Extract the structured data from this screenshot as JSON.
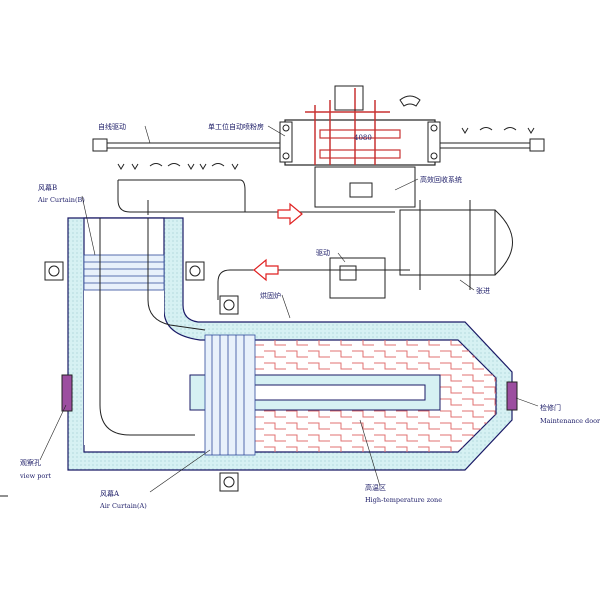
{
  "labels": {
    "auto_line": "自线驱动",
    "spray_station": "单工位自动喷粉房",
    "code": "4080",
    "recovery_system": "高效回收系统",
    "curtain_b_cn": "风幕B",
    "curtain_b_en": "Air Curtain(B)",
    "drive": "驱动",
    "tension": "张进",
    "cure_oven": "烘固炉",
    "maint_cn": "检修门",
    "maint_en": "Maintenance door",
    "view_cn": "观察孔",
    "view_en": "view port",
    "curtain_a_cn": "风幕A",
    "curtain_a_en": "Air Curtain(A)",
    "hot_cn": "高温区",
    "hot_en": "High-temperature zone"
  },
  "colors": {
    "wall_fill": "#d6f1f3",
    "wall_stroke": "#1a1a66",
    "zone_pattern": "#e07070",
    "arrow": "#e02020",
    "door": "#9c4ea0",
    "line": "#222222",
    "spray_red": "#c83232"
  }
}
